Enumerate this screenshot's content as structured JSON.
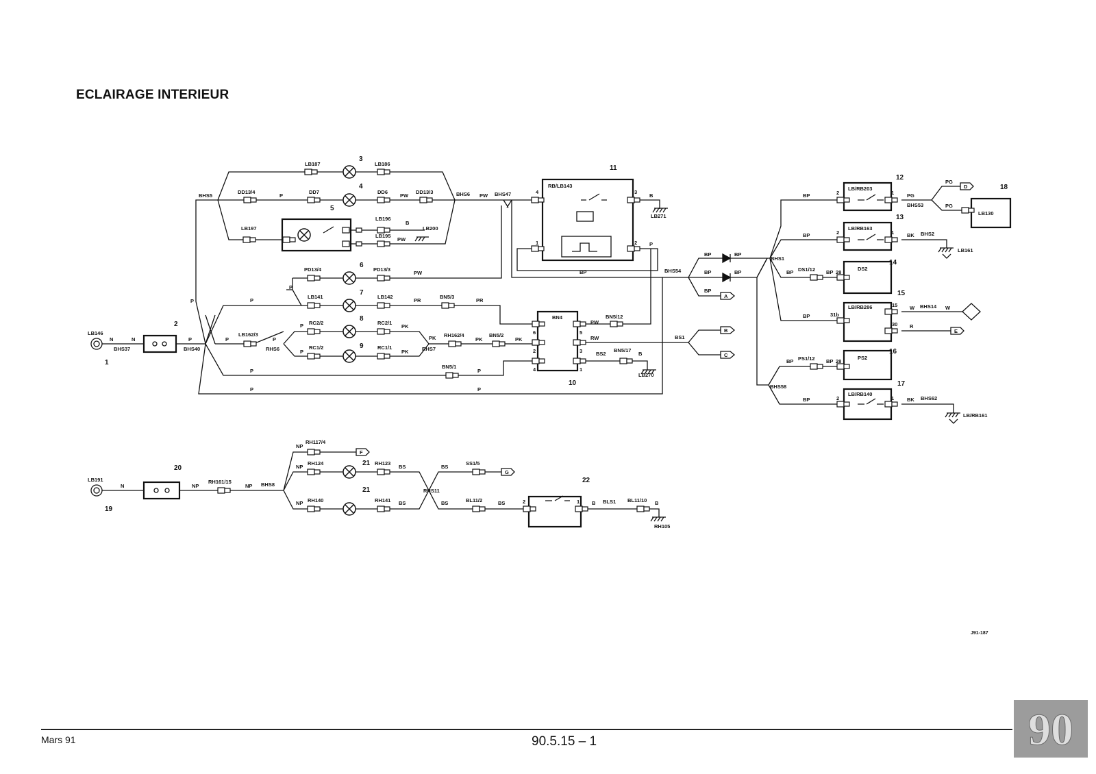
{
  "header": {
    "title": "ECLAIRAGE INTERIEUR"
  },
  "footer": {
    "date": "Mars 91",
    "page_ref": "90.5.15 – 1",
    "drawing_ref": "J91-187",
    "section_tab": "90"
  },
  "diagram": {
    "labels": {
      "lb146": "LB146",
      "n1": "N",
      "n2": "N",
      "bhs37": "BHS37",
      "p_bhs40": "P",
      "bhs40": "BHS40",
      "p_l": "P",
      "bhs5": "BHS5",
      "dd13_4": "DD13/4",
      "p_dd": "P",
      "dd7": "DD7",
      "dd6": "DD6",
      "pw1": "PW",
      "dd13_3": "DD13/3",
      "bhs6": "BHS6",
      "pw2": "PW",
      "bhs47": "BHS47",
      "lb187": "LB187",
      "lb186": "LB186",
      "lb197": "LB197",
      "lb196": "LB196",
      "b_lb196": "B",
      "lb200": "LB200",
      "lb195": "LB195",
      "pw3": "PW",
      "pd13_4": "PD13/4",
      "pd13_3": "PD13/3",
      "pw4": "PW",
      "p_pd": "P",
      "lb141": "LB141",
      "lb142": "LB142",
      "pr1": "PR",
      "bn5_3": "BN5/3",
      "pr2": "PR",
      "p_top": "P",
      "p_lb162": "P",
      "lb162_3": "LB162/3",
      "p_rhs6": "P",
      "rhs6": "RHS6",
      "p_rc22": "P",
      "rc2_2": "RC2/2",
      "rc2_1": "RC2/1",
      "pk1": "PK",
      "p_rc12": "P",
      "rc1_2": "RC1/2",
      "rc1_1": "RC1/1",
      "pk2": "PK",
      "pk3": "PK",
      "rhs7": "RHS7",
      "rh162_4": "RH162/4",
      "pk4": "PK",
      "bn5_2": "BN5/2",
      "pk5": "PK",
      "p_bot": "P",
      "bn5_1": "BN5/1",
      "p_bn51": "P",
      "p_bot2": "P",
      "p_bot3": "P",
      "rb_lb143": "RB/LB143",
      "b_271": "B",
      "lb271": "LB271",
      "p_11": "P",
      "bp_mid": "BP",
      "bn4": "BN4",
      "pw5": "PW",
      "bn5_12": "BN5/12",
      "rw": "RW",
      "bs2": "BS2",
      "bn5_17": "BN5/17",
      "b_270": "B",
      "lb270": "LB270",
      "bhs54": "BHS54",
      "bp1": "BP",
      "bp2": "BP",
      "bp3": "BP",
      "bp4": "BP",
      "bp5": "BP",
      "bs1": "BS1",
      "bhs1": "BHS1",
      "bp_12": "BP",
      "lb_rb203": "LB/RB203",
      "pg1": "PG",
      "bhs53": "BHS53",
      "pg2": "PG",
      "pg3": "PG",
      "lb130": "LB130",
      "bp_13": "BP",
      "lb_rb163": "LB/RB163",
      "bk1": "BK",
      "bhs2": "BHS2",
      "lb161": "LB161",
      "bp_14": "BP",
      "ds1_12": "DS1/12",
      "bp_ds": "BP",
      "ds2": "DS2",
      "bp_15": "BP",
      "lb_rb286": "LB/RB286",
      "w1": "W",
      "bhs14": "BHS14",
      "w2": "W",
      "r_15": "R",
      "bhs58": "BHS58",
      "bp_16": "BP",
      "ps1_12": "PS1/12",
      "bp_ps": "BP",
      "ps2": "PS2",
      "bp_17": "BP",
      "lb_rb140": "LB/RB140",
      "bk2": "BK",
      "bhs62": "BHS62",
      "lb_rb161": "LB/RB161",
      "pin_a": "A",
      "pin_b": "B",
      "pin_c": "C",
      "pin_e": "E",
      "pin_f": "F",
      "pin_g": "G",
      "pin_d": "D",
      "lb191": "LB191",
      "n3": "N",
      "np1": "NP",
      "rh161_15": "RH161/15",
      "np2": "NP",
      "bhs8": "BHS8",
      "np3": "NP",
      "rh117_4": "RH117/4",
      "np4": "NP",
      "rh124": "RH124",
      "rh123": "RH123",
      "bs_a": "BS",
      "np5": "NP",
      "rh140": "RH140",
      "rh141": "RH141",
      "bs_b": "BS",
      "rhs11": "RHS11",
      "bs_c": "BS",
      "ss1_5": "SS1/5",
      "bs_d": "BS",
      "bl11_2": "BL11/2",
      "bs_e": "BS",
      "b_bls": "B",
      "bls1": "BLS1",
      "bl11_10": "BL11/10",
      "b_rh105": "B",
      "rh105": "RH105",
      "pin1": "1",
      "pin2": "2",
      "pin3": "3",
      "pin4": "4",
      "pin5": "5",
      "pin6": "6",
      "c11_4": "4",
      "c11_3": "3",
      "c11_1": "1",
      "c11_2": "2",
      "c12_2": "2",
      "c12_1": "1",
      "c13_2": "2",
      "c13_1": "1",
      "c14_28": "28",
      "c15_31b": "31b",
      "c15_15": "15",
      "c15_30": "30",
      "c16_28": "28",
      "c17_2": "2",
      "c17_1": "1",
      "c22_2": "2",
      "c22_1": "1"
    },
    "components": {
      "c1": "1",
      "c2": "2",
      "c3": "3",
      "c4": "4",
      "c5": "5",
      "c6": "6",
      "c7": "7",
      "c8": "8",
      "c9": "9",
      "c10": "10",
      "c11": "11",
      "c12": "12",
      "c13": "13",
      "c14": "14",
      "c15": "15",
      "c16": "16",
      "c17": "17",
      "c18": "18",
      "c19": "19",
      "c20": "20",
      "c21a": "21",
      "c21b": "21",
      "c22": "22"
    }
  }
}
